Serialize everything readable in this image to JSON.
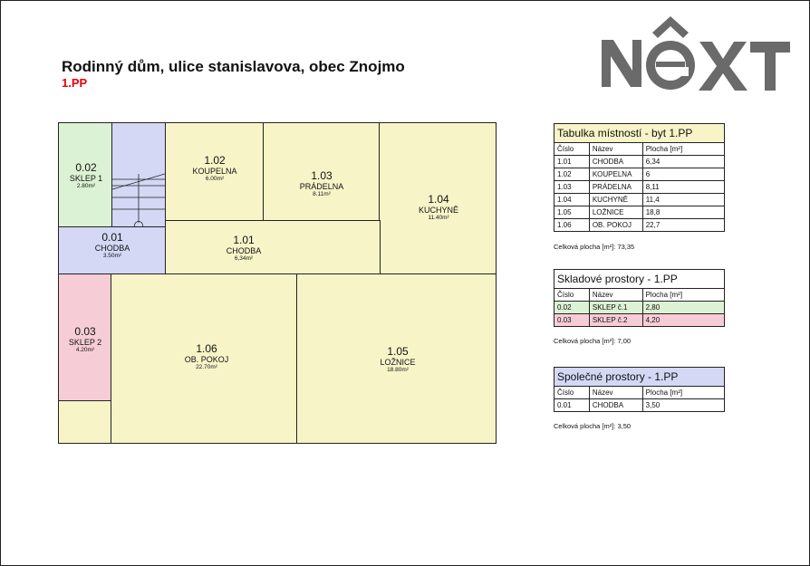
{
  "header": {
    "title": "Rodinný dům, ulice stanislavova, obec Znojmo",
    "floor": "1.PP",
    "logo_text": "NEXT"
  },
  "rooms": [
    {
      "num": "0.02",
      "name": "SKLEP 1",
      "area": "2.80m²"
    },
    {
      "num": "1.02",
      "name": "KOUPELNA",
      "area": "6.00m²"
    },
    {
      "num": "1.03",
      "name": "PRÁDELNA",
      "area": "8.11m²"
    },
    {
      "num": "1.04",
      "name": "KUCHYNĚ",
      "area": "11.40m²"
    },
    {
      "num": "0.01",
      "name": "CHODBA",
      "area": "3.50m²"
    },
    {
      "num": "1.01",
      "name": "CHODBA",
      "area": "6,34m²"
    },
    {
      "num": "0.03",
      "name": "SKLEP 2",
      "area": "4.20m²"
    },
    {
      "num": "1.06",
      "name": "OB. POKOJ",
      "area": "22.70m²"
    },
    {
      "num": "1.05",
      "name": "LOŽNICE",
      "area": "18.80m²"
    }
  ],
  "tables": {
    "main": {
      "title": "Tabulka místností - byt 1.PP",
      "cols": [
        "Číslo",
        "Název",
        "Plocha [m²]"
      ],
      "rows": [
        [
          "1.01",
          "CHODBA",
          "6,34"
        ],
        [
          "1.02",
          "KOUPELNA",
          "6"
        ],
        [
          "1.03",
          "PRÁDELNA",
          "8,11"
        ],
        [
          "1.04",
          "KUCHYNĚ",
          "11,4"
        ],
        [
          "1.05",
          "LOŽNICE",
          "18,8"
        ],
        [
          "1.06",
          "OB. POKOJ",
          "22,7"
        ]
      ],
      "total": "Celková plocha [m²]: 73,35"
    },
    "storage": {
      "title": "Skladové prostory - 1.PP",
      "cols": [
        "Číslo",
        "Název",
        "Plocha [m²]"
      ],
      "rows": [
        [
          "0.02",
          "SKLEP č.1",
          "2,80"
        ],
        [
          "0.03",
          "SKLEP č.2",
          "4,20"
        ]
      ],
      "total": "Celková plocha [m²]: 7,00"
    },
    "common": {
      "title": "Společné prostory - 1.PP",
      "cols": [
        "Číslo",
        "Název",
        "Plocha [m²]"
      ],
      "rows": [
        [
          "0.01",
          "CHODBA",
          "3,50"
        ]
      ],
      "total": "Celková plocha [m²]: 3,50"
    }
  },
  "colors": {
    "yellow": "#f7f5c8",
    "green": "#dcf2d4",
    "pink": "#f6cdd6",
    "blue": "#d4d8f5",
    "logo_gray": "#6a6a6a",
    "subtitle_red": "#e8000b"
  }
}
